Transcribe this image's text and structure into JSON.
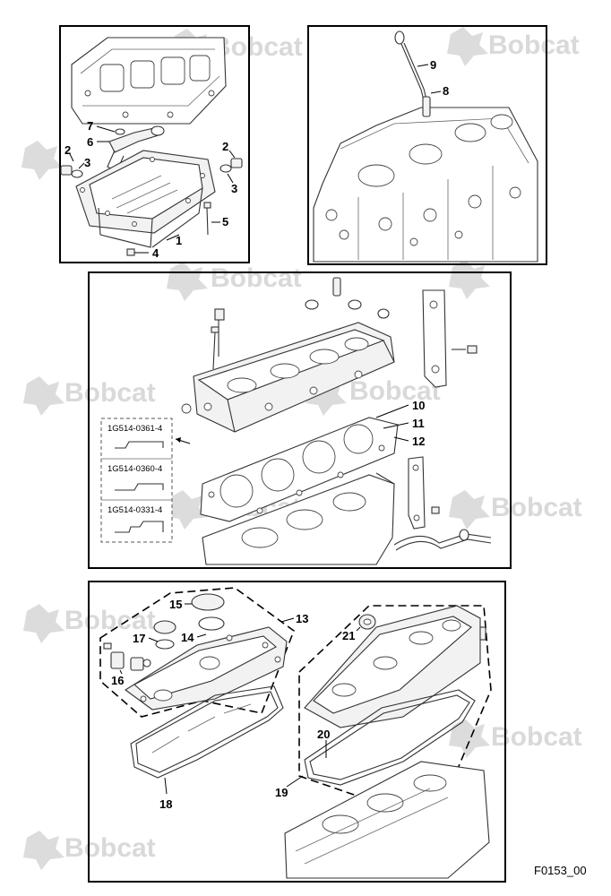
{
  "watermark": {
    "text": "Bobcat",
    "icon": "bobcat-logo-icon"
  },
  "figure_ref": "F0153_00",
  "panels": {
    "oil_pan": {
      "callouts": [
        "1",
        "2",
        "3",
        "4",
        "5",
        "6",
        "7",
        "2",
        "3"
      ]
    },
    "dipstick": {
      "callouts": [
        "9",
        "8"
      ]
    },
    "head_gasket": {
      "callouts": [
        "10",
        "11",
        "12"
      ],
      "gasket_variants": [
        {
          "code": "1G514-0361-4"
        },
        {
          "code": "1G514-0360-4"
        },
        {
          "code": "1G514-0331-4"
        }
      ]
    },
    "valve_cover": {
      "callouts": [
        "15",
        "13",
        "17",
        "14",
        "16",
        "18",
        "21",
        "20",
        "19"
      ]
    }
  }
}
